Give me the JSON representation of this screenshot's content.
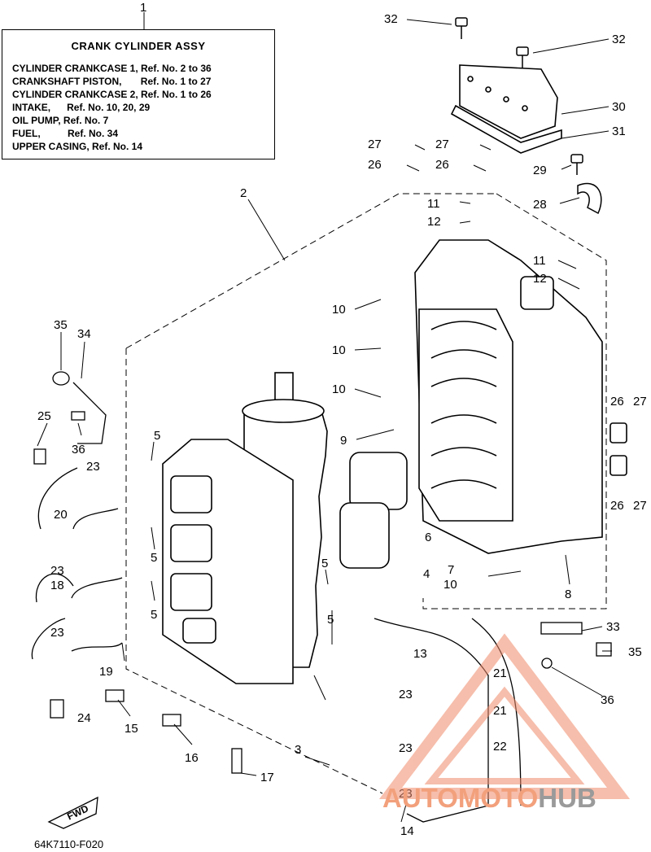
{
  "legend": {
    "callout": "1",
    "title": "CRANK CYLINDER ASSY",
    "rows": [
      "CYLINDER CRANKCASE 1, Ref. No. 2 to 36",
      "CRANKSHAFT PISTON,       Ref. No. 1 to 27",
      "CYLINDER CRANKCASE 2, Ref. No. 1 to 26",
      "INTAKE,      Ref. No. 10, 20, 29",
      "OIL PUMP, Ref. No. 7",
      "FUEL,          Ref. No. 34",
      "UPPER CASING, Ref. No. 14"
    ]
  },
  "callouts": [
    "32",
    "32",
    "30",
    "31",
    "27",
    "27",
    "26",
    "26",
    "29",
    "28",
    "2",
    "11",
    "12",
    "11",
    "12",
    "10",
    "10",
    "10",
    "35",
    "34",
    "9",
    "25",
    "36",
    "5",
    "23",
    "26",
    "27",
    "26",
    "27",
    "20",
    "5",
    "23",
    "18",
    "6",
    "4",
    "7",
    "5",
    "10",
    "8",
    "23",
    "5",
    "33",
    "19",
    "13",
    "35",
    "21",
    "5",
    "23",
    "24",
    "15",
    "21",
    "36",
    "22",
    "16",
    "23",
    "3",
    "17",
    "23",
    "14"
  ],
  "footer": {
    "part_code": "64K7110-F020",
    "fwd_label": "FWD"
  },
  "watermark": {
    "part1": "AUTOMOTO",
    "part2": "HUB",
    "accent": "#f08a6a",
    "gray": "#9a9a9a"
  }
}
